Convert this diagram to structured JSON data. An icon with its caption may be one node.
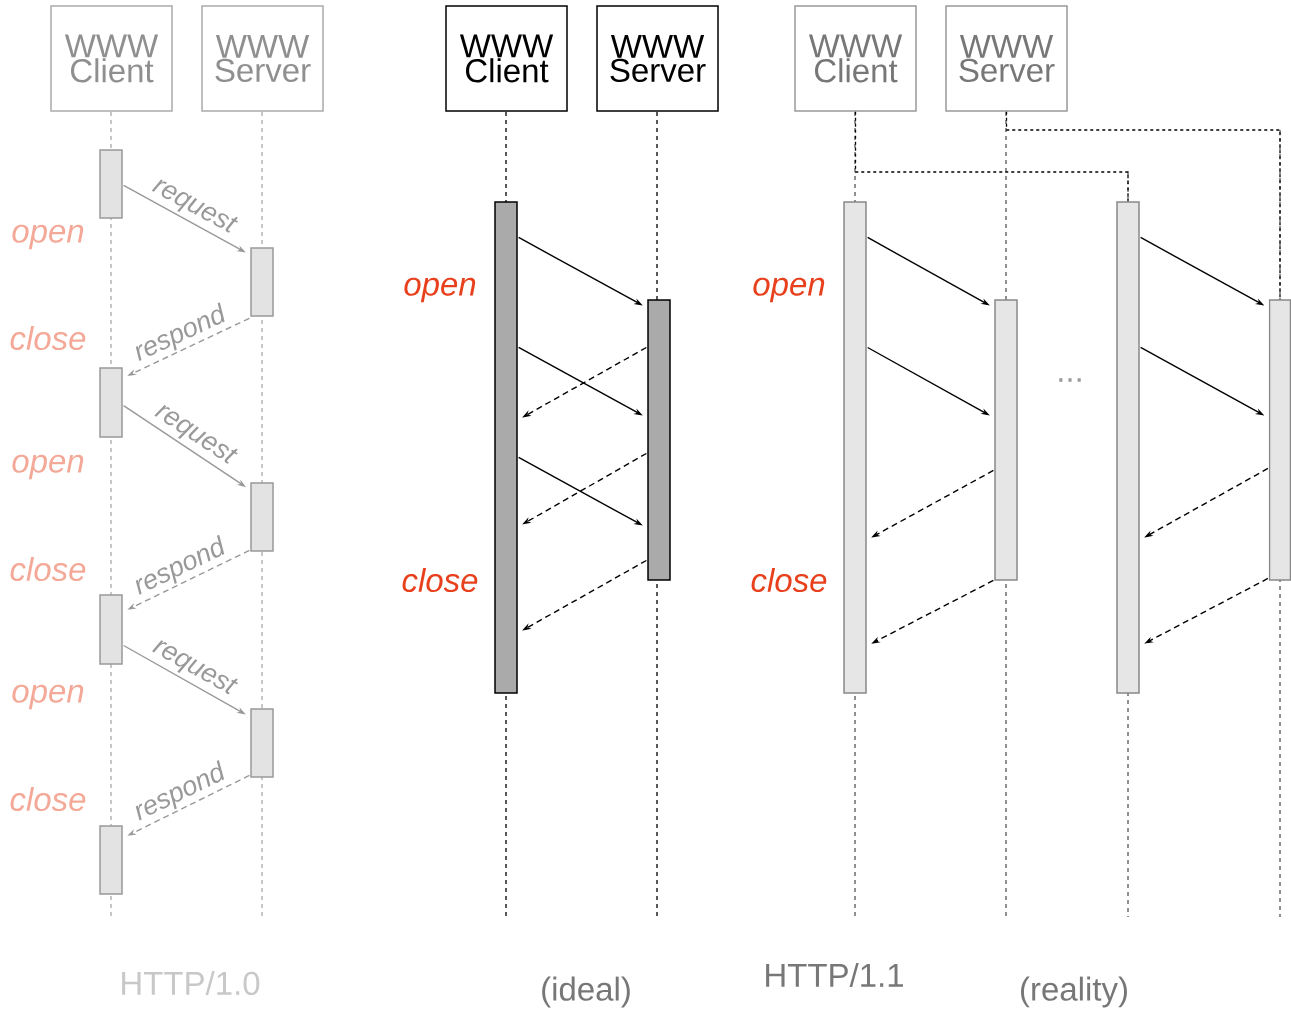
{
  "diagram": {
    "nodes": [
      {
        "text": [
          "WWW Client"
        ]
      },
      {
        "text": [
          "WWW Server"
        ]
      },
      {
        "text": [],
        "shape": "bar"
      },
      {
        "text": [],
        "shape": "bar"
      },
      {
        "text": [],
        "shape": "bar"
      },
      {
        "text": [],
        "shape": "bar"
      },
      {
        "text": [],
        "shape": "bar"
      },
      {
        "text": [],
        "shape": "bar"
      },
      {
        "text": [],
        "shape": "bar"
      },
      {
        "text": [
          "WWW Client"
        ]
      },
      {
        "text": [
          "WWW Server"
        ]
      },
      {
        "text": [],
        "shape": "bar"
      },
      {
        "text": [],
        "shape": "bar"
      },
      {
        "text": [
          "WWW Client"
        ]
      },
      {
        "text": [
          "WWW Server"
        ]
      },
      {
        "text": [],
        "shape": "bar"
      },
      {
        "text": [],
        "shape": "bar"
      },
      {
        "text": [],
        "shape": "bar"
      },
      {
        "text": [],
        "shape": "bar"
      }
    ],
    "edges": [
      {
        "from": 2,
        "to": 6,
        "arrow": "to",
        "label": "request",
        "color": "#999999"
      },
      {
        "from": 6,
        "to": 3,
        "arrow": "to",
        "label": "respond",
        "style": "dashed",
        "color": "#999999"
      },
      {
        "from": 3,
        "to": 7,
        "arrow": "to",
        "label": "request",
        "color": "#999999"
      },
      {
        "from": 7,
        "to": 4,
        "arrow": "to",
        "label": "respond",
        "style": "dashed",
        "color": "#999999"
      },
      {
        "from": 4,
        "to": 8,
        "arrow": "to",
        "label": "request",
        "color": "#999999"
      },
      {
        "from": 8,
        "to": 5,
        "arrow": "to",
        "label": "respond",
        "style": "dashed",
        "color": "#999999"
      },
      {
        "from": 11,
        "to": 12,
        "arrow": "to"
      },
      {
        "from": 11,
        "to": 12,
        "arrow": "to"
      },
      {
        "from": 12,
        "to": 11,
        "arrow": "to",
        "style": "dashed"
      },
      {
        "from": 11,
        "to": 12,
        "arrow": "to"
      },
      {
        "from": 12,
        "to": 11,
        "arrow": "to",
        "style": "dashed"
      },
      {
        "from": 12,
        "to": 11,
        "arrow": "to",
        "style": "dashed"
      },
      {
        "from": 15,
        "to": 16,
        "arrow": "to"
      },
      {
        "from": 15,
        "to": 16,
        "arrow": "to"
      },
      {
        "from": 16,
        "to": 15,
        "arrow": "to",
        "style": "dashed"
      },
      {
        "from": 16,
        "to": 15,
        "arrow": "to",
        "style": "dashed"
      },
      {
        "from": 17,
        "to": 18,
        "arrow": "to"
      },
      {
        "from": 17,
        "to": 18,
        "arrow": "to"
      },
      {
        "from": 18,
        "to": 17,
        "arrow": "to",
        "style": "dashed"
      },
      {
        "from": 18,
        "to": 17,
        "arrow": "to",
        "style": "dashed"
      },
      {
        "from": 13,
        "to": 17,
        "arrow": "none",
        "style": "dashed"
      },
      {
        "from": 14,
        "to": 18,
        "arrow": "none",
        "style": "dashed"
      }
    ],
    "labels": [
      "open",
      "close",
      "open",
      "close",
      "open",
      "close",
      "open",
      "close",
      "open",
      "close",
      "...",
      "HTTP/1.0",
      "(ideal)",
      "HTTP/1.1",
      "(reality)"
    ]
  }
}
